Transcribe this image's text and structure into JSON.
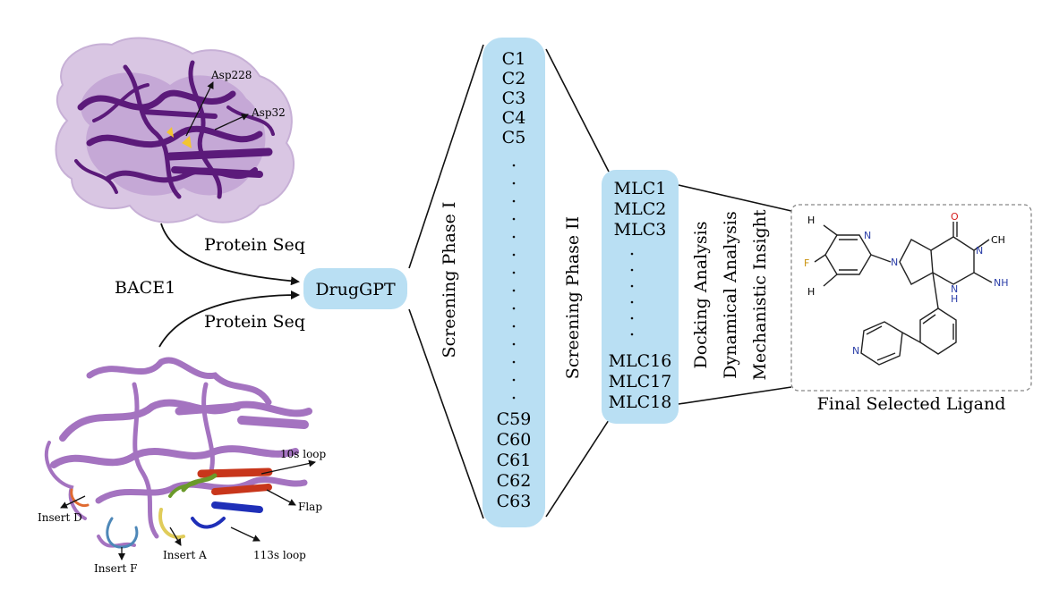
{
  "protein_top": {
    "label_asp228": "Asp228",
    "label_asp32": "Asp32"
  },
  "protein_bottom": {
    "label_10s": "10s loop",
    "label_flap": "Flap",
    "label_113s": "113s loop",
    "label_insert_a": "Insert A",
    "label_insert_d": "Insert D",
    "label_insert_f": "Insert F"
  },
  "flow": {
    "protein_seq_top": "Protein Seq",
    "protein_seq_bottom": "Protein Seq",
    "target": "BACE1",
    "model": "DrugGPT",
    "phase1": "Screening Phase I",
    "phase2": "Screening Phase II"
  },
  "candidates": {
    "top": [
      "C1",
      "C2",
      "C3",
      "C4",
      "C5"
    ],
    "bottom": [
      "C59",
      "C60",
      "C61",
      "C62",
      "C63"
    ]
  },
  "mlc": {
    "top": [
      "MLC1",
      "MLC2",
      "MLC3"
    ],
    "bottom": [
      "MLC16",
      "MLC17",
      "MLC18"
    ]
  },
  "analysis": {
    "docking": "Docking Analysis",
    "dynamical": "Dynamical Analysis",
    "mechanistic": "Mechanistic Insight"
  },
  "ligand": {
    "caption": "Final Selected Ligand",
    "atom_h3c_top": "H",
    "atom_h3c_bottom": "H",
    "atom_f": "F",
    "atom_n_pyr": "N",
    "atom_n_ring": "N",
    "atom_o": "O",
    "atom_n_me": "N",
    "atom_ch3": "CH",
    "atom_nh": "N",
    "atom_h": "H",
    "atom_nh_imine": "NH",
    "atom_n_pyridine": "N",
    "colors": {
      "oxygen": "#d62020",
      "nitrogen": "#2b3ea8",
      "fluorine": "#c8900a"
    }
  },
  "colors": {
    "protein_dark": "#5b1a7a",
    "protein_light": "#a473c0",
    "pill": "#b9dff3"
  }
}
